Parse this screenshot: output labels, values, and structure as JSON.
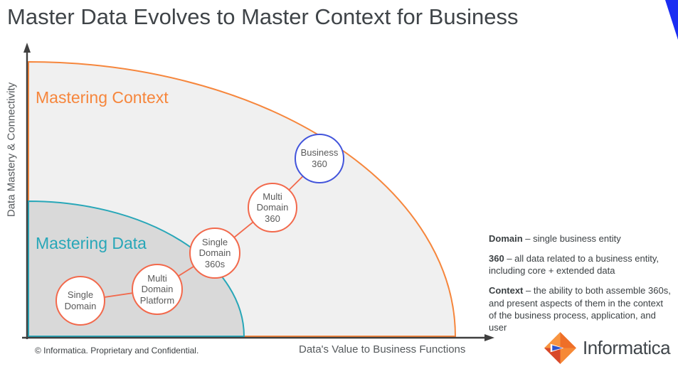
{
  "slide": {
    "title": "Master Data Evolves to Master Context for Business",
    "footer_copyright": "© Informatica. Proprietary and Confidential.",
    "brand_name": "Informatica"
  },
  "diagram": {
    "type": "quarter-ellipse-maturity-diagram",
    "x_axis_label": "Data's Value to Business Functions",
    "y_axis_label": "Data Mastery & Connectivity",
    "zones": [
      {
        "id": "mastering-context",
        "label": "Mastering Context",
        "stroke_color": "#F6863C",
        "fill_color": "#F0F0F0"
      },
      {
        "id": "mastering-data",
        "label": "Mastering Data",
        "stroke_color": "#28A7B8",
        "fill_color": "#D9D9D9"
      }
    ],
    "nodes": [
      {
        "label": "Single Domain",
        "zone": "Mastering Data",
        "border_color": "#F2694C"
      },
      {
        "label": "Multi Domain Platform",
        "zone": "Mastering Data",
        "border_color": "#F2694C"
      },
      {
        "label": "Single Domain 360s",
        "zone": "boundary",
        "border_color": "#F2694C"
      },
      {
        "label": "Multi Domain 360",
        "zone": "Mastering Context",
        "border_color": "#F2694C"
      },
      {
        "label": "Business 360",
        "zone": "Mastering Context",
        "border_color": "#4254DB"
      }
    ]
  },
  "definitions": [
    {
      "term": "Domain",
      "text": "– single business entity"
    },
    {
      "term": "360",
      "text": "– all data related to a business entity, including core + extended data"
    },
    {
      "term": "Context",
      "text": "– the ability to both assemble 360s, and present aspects of them in the context of the business process, application, and user"
    }
  ],
  "colors": {
    "accent_orange": "#F6863C",
    "node_coral": "#F2694C",
    "accent_teal": "#28A7B8",
    "node_blue": "#4254DB",
    "corner_wedge_blue": "#1C2EF2",
    "axis_dark": "#3F3F3F",
    "title_gray": "#3F4448"
  }
}
